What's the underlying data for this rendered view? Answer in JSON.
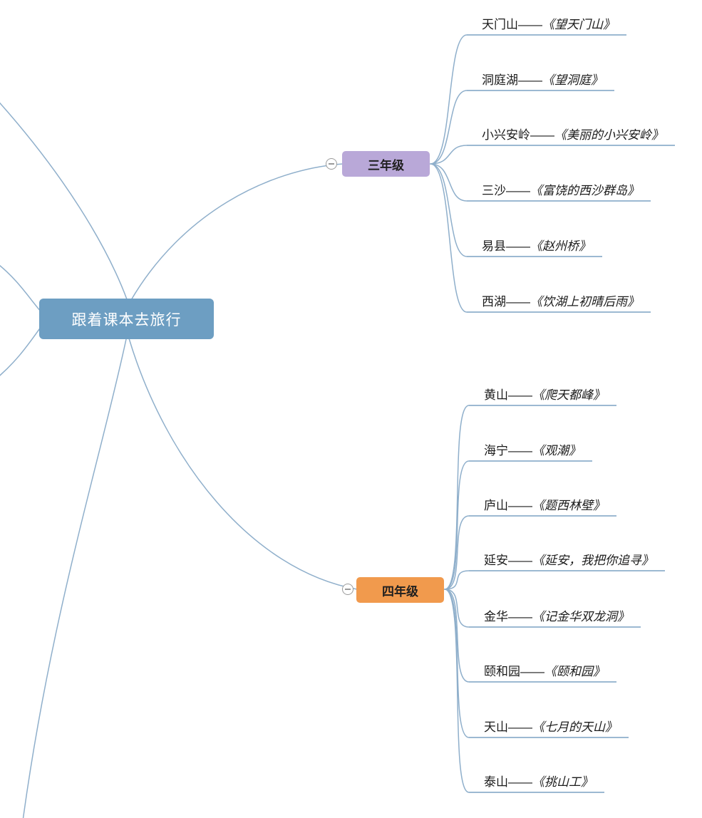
{
  "root": {
    "label": "跟着课本去旅行",
    "color": "#6D9EC2"
  },
  "separator": "——",
  "line_color": "#8FAFCB",
  "branches": [
    {
      "label": "三年级",
      "color": "#B9A8D8",
      "leaves": [
        {
          "place": "天门山",
          "book": "《望天门山》"
        },
        {
          "place": "洞庭湖",
          "book": "《望洞庭》"
        },
        {
          "place": "小兴安岭",
          "book": "《美丽的小兴安岭》"
        },
        {
          "place": "三沙",
          "book": "《富饶的西沙群岛》"
        },
        {
          "place": "易县",
          "book": "《赵州桥》"
        },
        {
          "place": "西湖",
          "book": "《饮湖上初晴后雨》"
        }
      ]
    },
    {
      "label": "四年级",
      "color": "#F19A4D",
      "leaves": [
        {
          "place": "黄山",
          "book": "《爬天都峰》"
        },
        {
          "place": "海宁",
          "book": "《观潮》"
        },
        {
          "place": "庐山",
          "book": "《题西林壁》"
        },
        {
          "place": "延安",
          "book": "《延安，我把你追寻》"
        },
        {
          "place": "金华",
          "book": "《记金华双龙洞》"
        },
        {
          "place": "颐和园",
          "book": "《颐和园》"
        },
        {
          "place": "天山",
          "book": "《七月的天山》"
        },
        {
          "place": "泰山",
          "book": "《挑山工》"
        }
      ]
    }
  ]
}
